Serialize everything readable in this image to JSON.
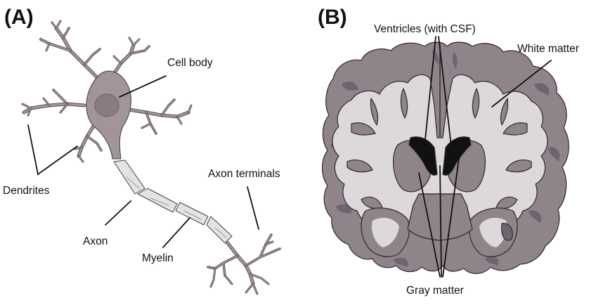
{
  "panels": {
    "a": {
      "label": "(A)",
      "subject": "Neuron"
    },
    "b": {
      "label": "(B)",
      "subject": "Brain coronal section"
    }
  },
  "labels": {
    "cell_body": "Cell body",
    "dendrites": "Dendrites",
    "axon": "Axon",
    "myelin": "Myelin",
    "axon_terminals": "Axon terminals",
    "ventricles": "Ventricles (with CSF)",
    "white_matter": "White matter",
    "gray_matter": "Gray matter"
  },
  "colors": {
    "gray_matter": "#8f8489",
    "gray_matter_dark": "#6d6670",
    "white_matter": "#ddd8dc",
    "ventricle": "#111111",
    "neuron_body": "#a39499",
    "nucleus": "#8a7b80",
    "myelin": "#e3e3e3",
    "line": "#111111"
  }
}
